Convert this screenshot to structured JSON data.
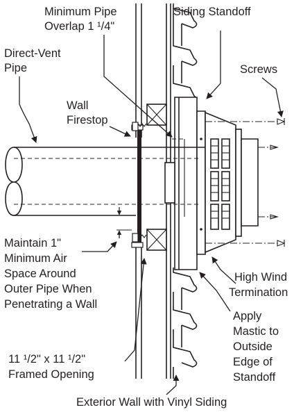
{
  "labels": {
    "min_overlap_1": "Minimum Pipe",
    "min_overlap_2": "Overlap 1 ¹/4\"",
    "siding_standoff": "Siding Standoff",
    "direct_vent_1": "Direct-Vent",
    "direct_vent_2": "Pipe",
    "screws": "Screws",
    "wall_firestop_1": "Wall",
    "wall_firestop_2": "Firestop",
    "maintain_1": "Maintain 1\"",
    "maintain_2": "Minimum Air",
    "maintain_3": "Space Around",
    "maintain_4": "Outer Pipe When",
    "maintain_5": "Penetrating a Wall",
    "high_wind_1": "High Wind",
    "high_wind_2": "Termination",
    "apply_1": "Apply",
    "apply_2": "Mastic to",
    "apply_3": "Outside",
    "apply_4": "Edge of",
    "apply_5": "Standoff",
    "framed_1": "11 ¹/2\" x 11 ¹/2\"",
    "framed_2": "Framed Opening",
    "exterior_wall": "Exterior Wall with Vinyl Siding"
  }
}
